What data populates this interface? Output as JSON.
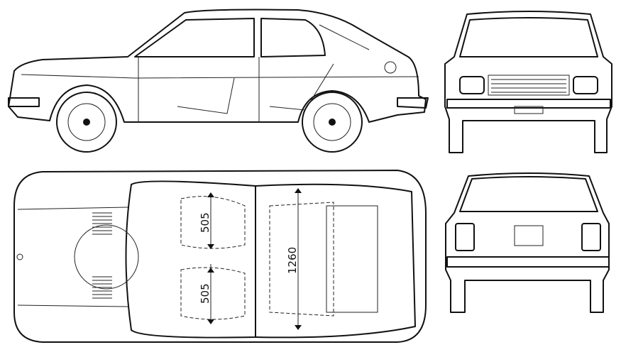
{
  "drawing": {
    "views": [
      "side",
      "front",
      "top",
      "rear"
    ],
    "dimensions": {
      "front_seat_width_left": "505",
      "front_seat_width_right": "505",
      "interior_width": "1260"
    }
  }
}
